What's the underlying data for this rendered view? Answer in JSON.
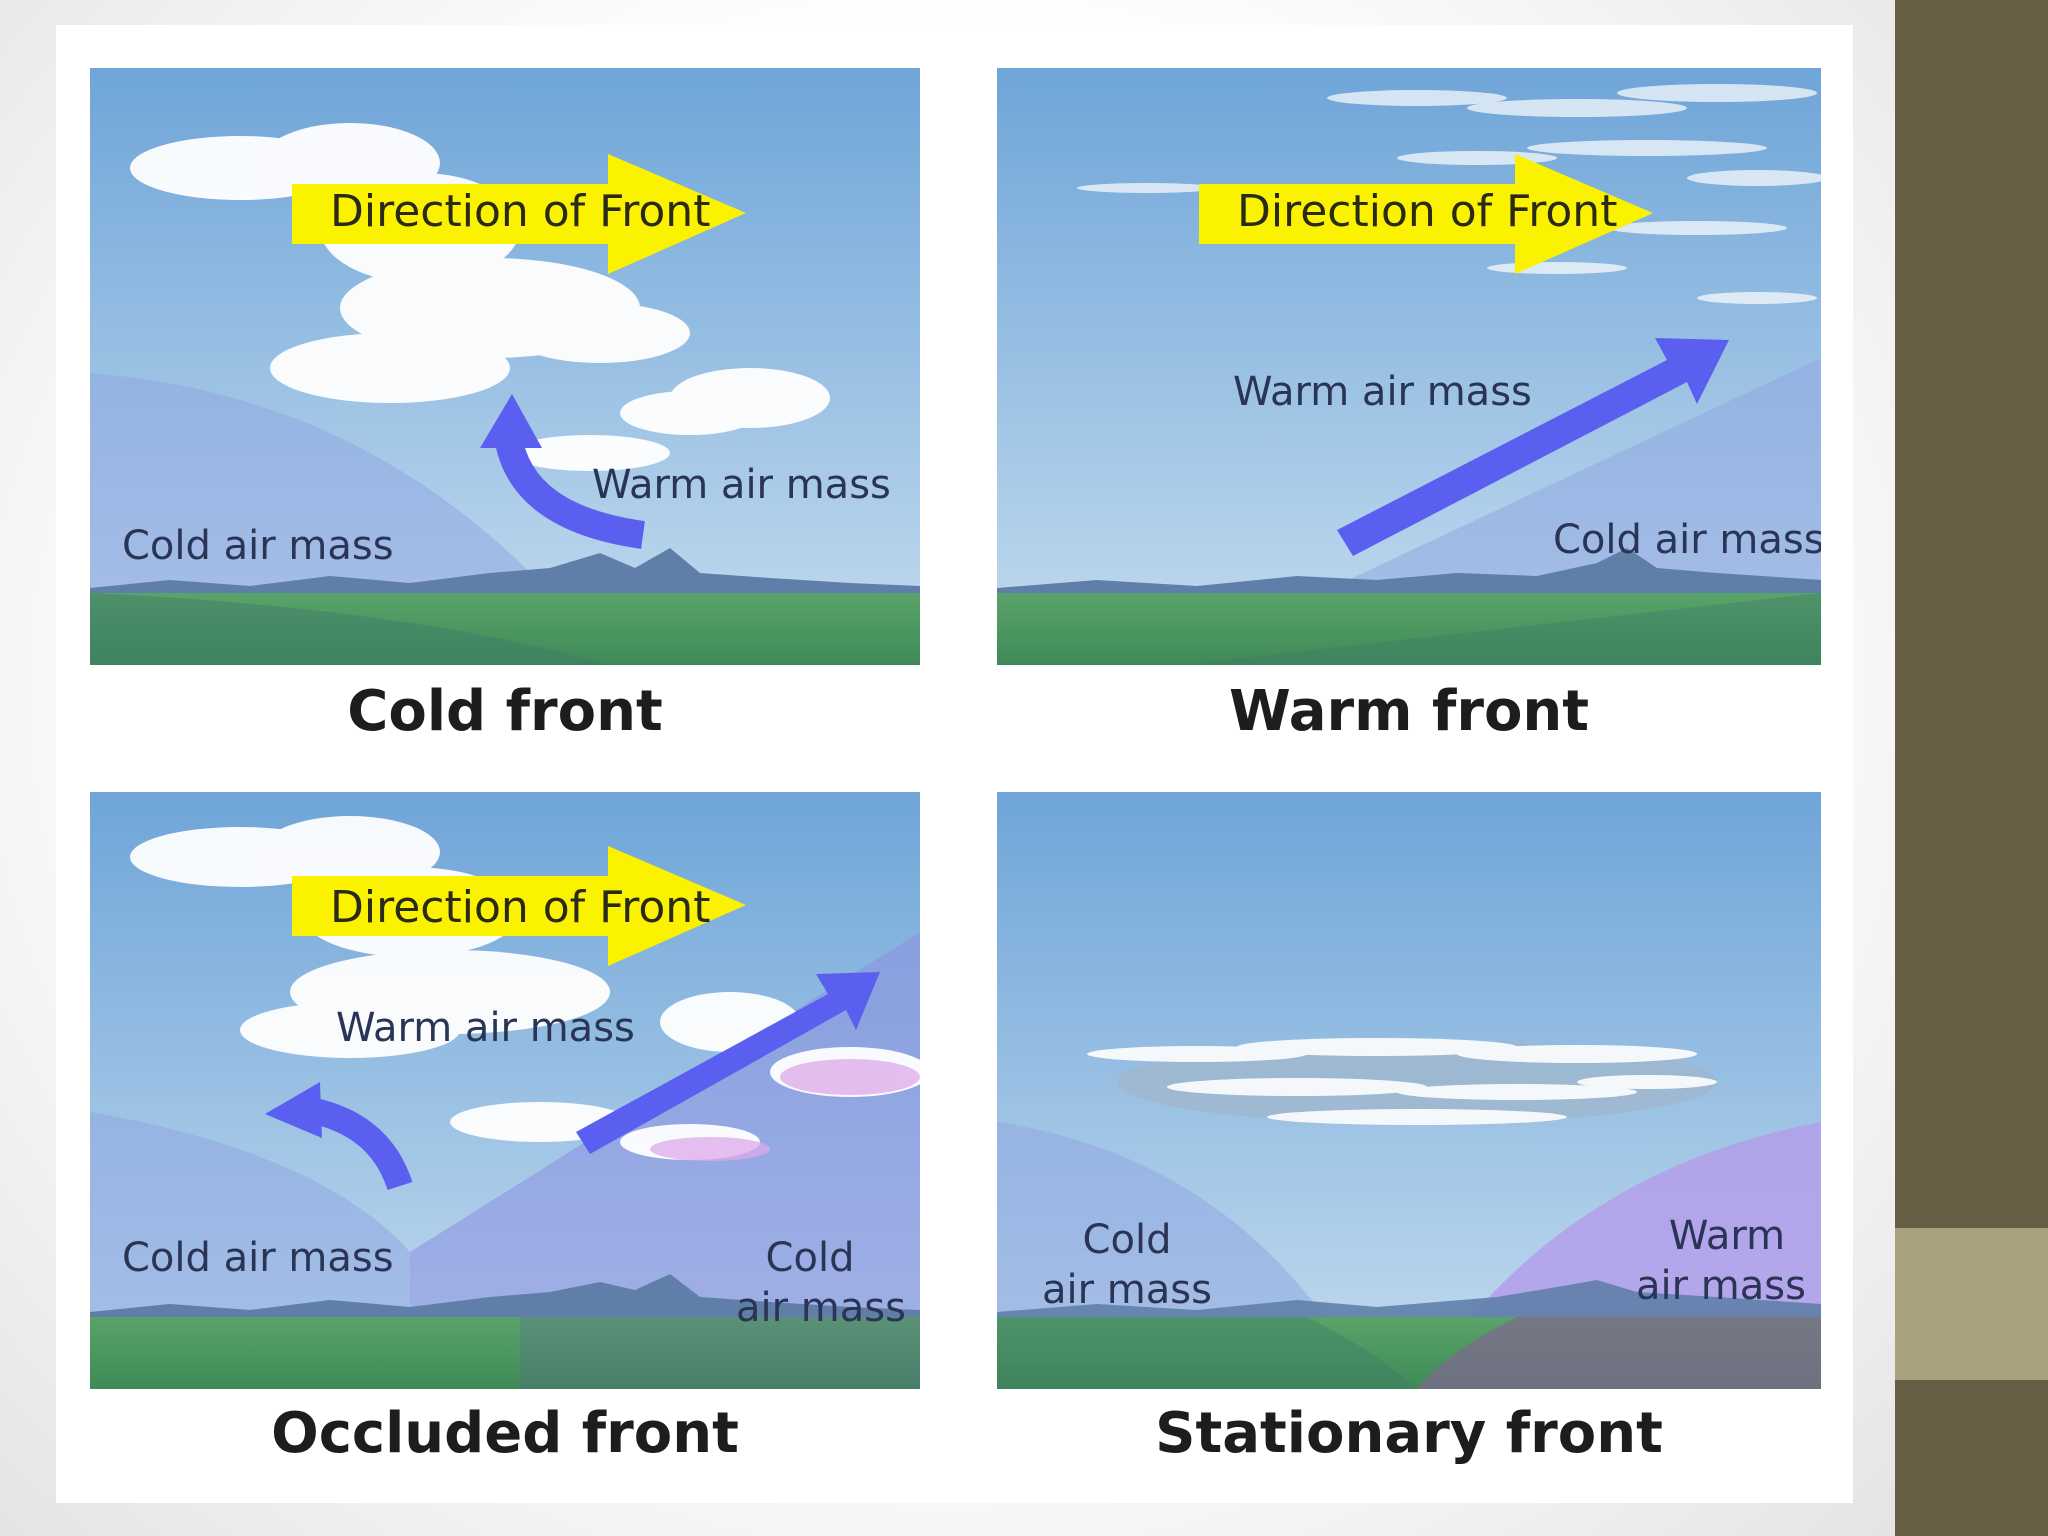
{
  "panels": {
    "cold": {
      "caption": "Cold front",
      "direction": "Direction of Front",
      "warm_label": "Warm air mass",
      "cold_label": "Cold air mass"
    },
    "warm": {
      "caption": "Warm front",
      "direction": "Direction of Front",
      "warm_label": "Warm air mass",
      "cold_label": "Cold air mass"
    },
    "occluded": {
      "caption": "Occluded front",
      "direction": "Direction of Front",
      "warm_label": "Warm air mass",
      "cold_left_label": "Cold air mass",
      "cold_right_line1": "Cold",
      "cold_right_line2": "air mass"
    },
    "stationary": {
      "caption": "Stationary front",
      "cold_line1": "Cold",
      "cold_line2": "air mass",
      "warm_line1": "Warm",
      "warm_line2": "air mass"
    }
  },
  "colors": {
    "sky_top": "#6fa5d8",
    "sky_bottom": "#c4dcef",
    "arrow_yellow": "#fbf200",
    "arrow_blue": "#5b5ff0",
    "ground": "#4e9a62",
    "warm_mass": "#b49bea",
    "sidebar": "#685e45",
    "sidebar_band": "#a9a37d"
  }
}
